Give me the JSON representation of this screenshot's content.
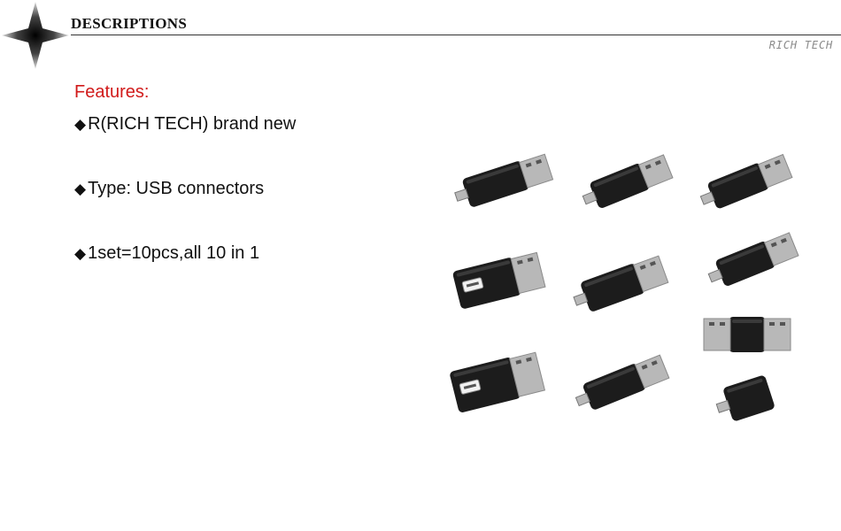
{
  "header": {
    "title": "DESCRIPTIONS",
    "brand": "RICH TECH"
  },
  "features": {
    "heading": "Features:",
    "bullet": "◆",
    "items": [
      "R(RICH TECH) brand new",
      "Type: USB connectors",
      "1set=10pcs,all 10 in 1"
    ]
  },
  "colors": {
    "heading_accent": "#d11a1a",
    "connector_body": "#1c1c1c",
    "metal": "#b8b8b8"
  },
  "products": {
    "count": 10,
    "items": [
      "usb-female-to-mini-usb-adapter",
      "usb-female-to-mini-usb-male-adapter",
      "usb-male-to-micro-usb-male-adapter",
      "mini-usb-female-to-usb-female-adapter",
      "usb-male-to-usb-female-adapter",
      "usb-female-to-micro-usb-male-adapter",
      "usb-male-to-usb-male-coupler",
      "mini-usb-female-to-usb-male-adapter",
      "usb-male-to-mini-usb-male-adapter",
      "mini-usb-female-to-micro-usb-male-adapter"
    ]
  }
}
